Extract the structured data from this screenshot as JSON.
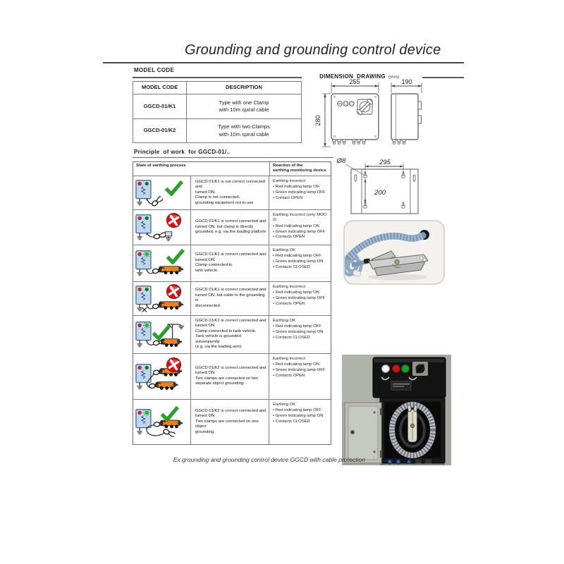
{
  "page": {
    "title": "Grounding and grounding control device",
    "caption": "Ex grounding and grounding control device GGCD with cable protection"
  },
  "model_code": {
    "heading": "MODEL CODE",
    "table": {
      "col_model": "MODEL CODE",
      "col_description": "DESCRIPTION",
      "rows": [
        {
          "model": "GGCD-01/K1",
          "description": "Type with one Clamp\nwith 10m spiral cable"
        },
        {
          "model": "GGCD-01/K2",
          "description": "Type with two Clamps\nwith 10m spiral cable"
        }
      ]
    }
  },
  "dimension_drawing": {
    "heading": "DIMENSION  DRAWING",
    "unit": "(mm)",
    "labels": {
      "front_width": "255",
      "side_width": "190",
      "front_height": "280",
      "plate_width": "295",
      "plate_height": "200",
      "hole_diameter": "Ø8"
    }
  },
  "principle": {
    "heading": "Principle  of work  for GGCD-01/..",
    "col_state": "State of earthing process",
    "col_reaction": "Reaction of the\nearthing monitoring device",
    "rows": [
      {
        "mark": "check",
        "scene": {
          "id": 1,
          "green_on": false,
          "mark_pos": [
            44,
            5
          ]
        },
        "description": "GGCD 01/K1 is not correct connected and\nturned ON.\nClamp is not connected,\ngrounding equipment not in use",
        "reaction_status": "Earthing incorrect",
        "reaction_bullets": [
          "• Red indicating lamp ON",
          "• Green indicating lamp OFF",
          "• Contact OPEN"
        ]
      },
      {
        "mark": "cross",
        "scene": {
          "id": 2,
          "green_on": false,
          "mark_pos": [
            46,
            3
          ]
        },
        "description": "GGCD 01/K1 is correct connected and\nturned ON, but clamp is directly\ngrounded, e.g. via the loading platform",
        "reaction_status": "Earthing incorrect (only MOD 2)",
        "reaction_bullets": [
          "• Red indicating lamp ON",
          "• Green indicating lamp OFF",
          "• Contacts OPEN"
        ]
      },
      {
        "mark": "check",
        "scene": {
          "id": 3,
          "green_on": true,
          "mark_pos": [
            46,
            4
          ]
        },
        "description": "GGCD 01/K1 is correct connected and\nturned ON.\nClamp connected to\ntank vehicle.",
        "reaction_status": "Earthing OK",
        "reaction_bullets": [
          "• Red indicating lamp OFF",
          "• Green indicating lamp ON",
          "• Contacts CLOSED"
        ]
      },
      {
        "mark": "cross",
        "scene": {
          "id": 4,
          "green_on": false,
          "mark_pos": [
            46,
            2
          ]
        },
        "description": "GGCD 01/K1 is correct connected and\nturned ON, but cable to the grounding is\ndisconnected.",
        "reaction_status": "Earthing incorrect",
        "reaction_bullets": [
          "• Red indicating lamp ON",
          "• Green indicating lamp OFF",
          "• Contacts OPEN"
        ]
      },
      {
        "mark": "check",
        "scene": {
          "id": 5,
          "green_on": true,
          "mark_pos": [
            26,
            12
          ]
        },
        "description": "GGCD 01/K1 is correct connected and\nturned ON.\nClamp connected to tank vehicle.\nTank vehicle is grounded subsequently\n(e.g. via the loading arm).",
        "reaction_status": "Earthing OK",
        "reaction_bullets": [
          "• Red indicating lamp OFF",
          "• Green indicating lamp ON",
          "• Contacts CLOSED"
        ]
      },
      {
        "mark": "cross",
        "scene": {
          "id": 6,
          "green_on": false,
          "mark_pos": [
            46,
            4
          ]
        },
        "description": "GGCD 01/K2 is correct connected and\nturned ON.\nTwo clamps are connected on two\nseparate object grounding.",
        "reaction_status": "Earthing incorrect",
        "reaction_bullets": [
          "• Red indicating lamp ON",
          "• Green indicating lamp OFF",
          "• Contacts OPEN"
        ]
      },
      {
        "mark": "check",
        "scene": {
          "id": 7,
          "green_on": true,
          "mark_pos": [
            38,
            8
          ]
        },
        "description": "GGCD 01/K2 is correct connected and\nturned ON.\nTwo clamps are connected on one object\ngrounding.",
        "reaction_status": "Earthing OK",
        "reaction_bullets": [
          "• Red indicating lamp OFF",
          "• Green indicating lamp ON",
          "• Contacts CLOSED"
        ]
      }
    ]
  },
  "colors": {
    "accent_check": "#2f9e2f",
    "accent_cross": "#cf1414",
    "lamp_red": "#e02020",
    "lamp_green": "#1ec41e",
    "device_box_blue": "#bdd6ee",
    "tank_orange": "#e8821e"
  }
}
